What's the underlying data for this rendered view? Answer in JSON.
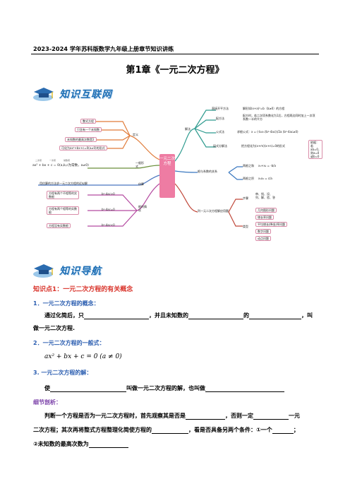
{
  "header": {
    "text": "2023-2024 学年苏科版数学九年级上册章节知识讲练"
  },
  "title": "第1章《一元二次方程》",
  "banners": {
    "network": "知识互联网",
    "guide": "知识导航"
  },
  "mindmap": {
    "center": "一元二次方程",
    "left": {
      "definition": {
        "label": "定义",
        "items": [
          "整式方程",
          "只含有一个未知数",
          "未知数的最高次数是2",
          "可化为ax²+bx+c=0(a≠0)的形式"
        ]
      },
      "general": {
        "label": "一般形式",
        "formula": "ax² + bx + c = 0(a,b,c为常数，a≠0)",
        "note_a": "二次项",
        "note_b": "一次项",
        "note_c": "常数项"
      },
      "estimate": {
        "label": "估算",
        "item": "用估算的方法求一元二次方程的近似解"
      },
      "roots": {
        "label": "根的情况",
        "items": [
          {
            "text": "方程有两个不相等的实数根",
            "cond": "b²-4ac>0"
          },
          {
            "text": "方程有两个相等的实数根",
            "cond": "b²-4ac=0"
          },
          {
            "text": "方程没有实数根",
            "cond": "b²-4ac<0"
          }
        ]
      }
    },
    "right": {
      "solve": {
        "label": "解法",
        "methods": [
          {
            "name": "直接开平方法",
            "desc": "解形如(x+a)²=b（b≥0）的方程"
          },
          {
            "name": "配方法",
            "desc": "配方时，若二次项系数化为1后，方程两边同时加上一次项系数一半的平方"
          },
          {
            "name": "公式法",
            "desc": "求根公式：x = (-b±√(b²-4ac))/2a (b²-4ac≥0)"
          },
          {
            "name": "因式分解法",
            "desc": "把方程化为(x+m)(x+n)=0的形式"
          }
        ],
        "side_note": "依据：若ab=0，则a=0或b=0"
      },
      "vieta": {
        "label": "根与系数的关系",
        "items": [
          {
            "name": "两根之和",
            "formula": "x₁+x₂ = -b/a"
          },
          {
            "name": "两根之积",
            "formula": "x₁x₂ = c/a"
          }
        ]
      },
      "apply": {
        "label": "列一元二次方程解应用题",
        "steps_label": "步骤",
        "steps": "审、找、设、列、解、验、答",
        "types_label": "类型",
        "types": [
          "几何图形问题",
          "增长率问题",
          "平均增长(降低)率问题",
          "数字问题",
          "动点问题"
        ]
      }
    }
  },
  "kp1": {
    "title": "知识点1：一元二次方程的有关概念",
    "h1": "1．一元二次方程的概念：",
    "p1_a": "通过化简后，只",
    "p1_b": "，并且未知数的",
    "p1_c": "的",
    "p1_d": "，叫",
    "p1_e": "做一元二次方程.",
    "h2": "2．一元二次方程的一般式：",
    "formula": "ax² + bx + c = 0 (a ≠ 0)",
    "h3": "3. 一元二次方程的解：",
    "p3_a": "使",
    "p3_b": "叫做一元二次方程的解，也叫做",
    "detail": "细节剖析：",
    "p4_a": "判断一个方程是否为一元二次方程时，首先观察其是否是",
    "p4_b": "，否则一定",
    "p4_c": "一元",
    "p5_a": "二次方程；其次再将整式方程整理化简使方程的",
    "p5_b": "，看是否具备另两个条件：①一个",
    "p5_c": "；",
    "p6_a": "②未知数的最高次数为"
  }
}
